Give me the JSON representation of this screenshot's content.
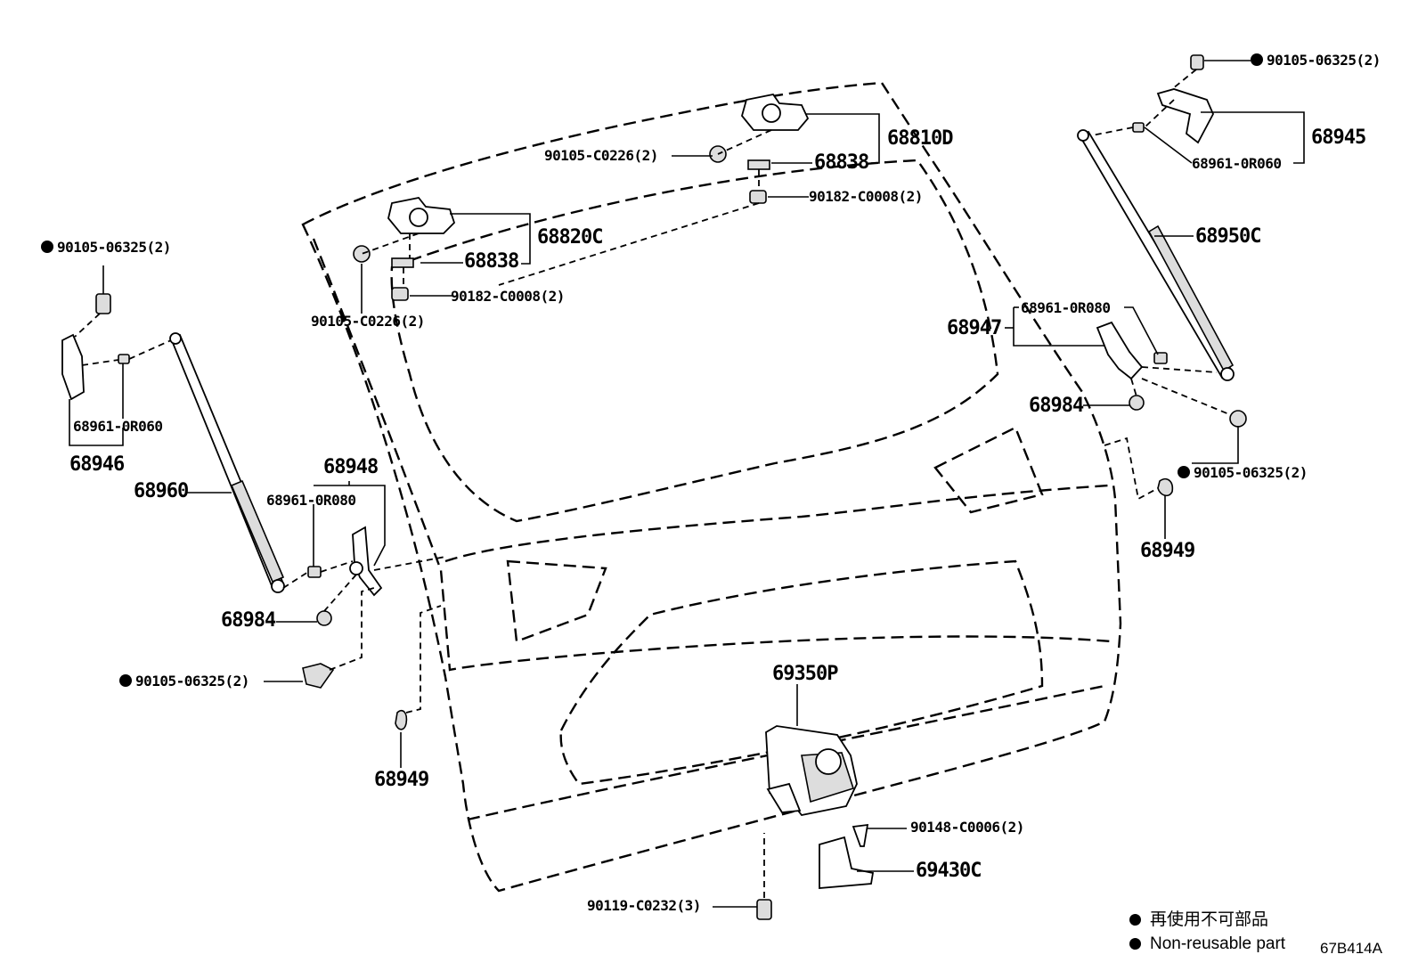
{
  "legend": {
    "jp": "再使用不可部品",
    "en": "Non-reusable part"
  },
  "diagram_code": "67B414A",
  "labels": {
    "p_90105_06325_tr": "90105-06325(2)",
    "p_68810D": "68810D",
    "p_90105_C0226_top": "90105-C0226(2)",
    "p_68838_top": "68838",
    "p_90182_C0008_top": "90182-C0008(2)",
    "p_68945": "68945",
    "p_68961_0R060_r": "68961-0R060",
    "p_68950C": "68950C",
    "p_90105_06325_l": "90105-06325(2)",
    "p_68820C": "68820C",
    "p_68838_l": "68838",
    "p_90182_C0008_l": "90182-C0008(2)",
    "p_90105_C0226_l": "90105-C0226(2)",
    "p_68961_0R080_r": "68961-0R080",
    "p_68947": "68947",
    "p_68984_r": "68984",
    "p_90105_06325_r": "90105-06325(2)",
    "p_68949_r": "68949",
    "p_68961_0R060_l": "68961-0R060",
    "p_68946": "68946",
    "p_68948": "68948",
    "p_68961_0R080_l": "68961-0R080",
    "p_68960": "68960",
    "p_68984_l": "68984",
    "p_90105_06325_bl": "90105-06325(2)",
    "p_68949_l": "68949",
    "p_69350P": "69350P",
    "p_90148_C0006": "90148-C0006(2)",
    "p_69430C": "69430C",
    "p_90119_C0232": "90119-C0232(3)"
  }
}
